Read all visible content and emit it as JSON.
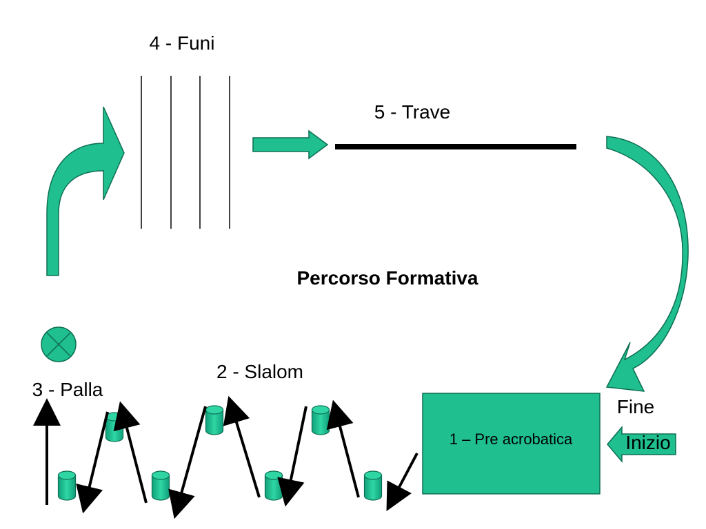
{
  "title": "Percorso Formativa",
  "stations": {
    "pre_acrobatica": "1 – Pre acrobatica",
    "slalom": "2 - Slalom",
    "palla": "3 - Palla",
    "funi": "4 - Funi",
    "trave": "5 - Trave"
  },
  "start_label": "Inizio",
  "end_label": "Fine",
  "colors": {
    "accent": "#1fbf8f",
    "accent_dark": "#0e6e52",
    "box": "#1fbf8f",
    "ink": "#000000"
  }
}
